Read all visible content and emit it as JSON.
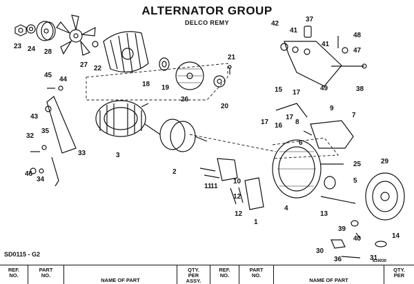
{
  "header": {
    "title": "ALTERNATOR GROUP",
    "subtitle": "DELCO REMY"
  },
  "footer": {
    "code": "SD0115 - G2",
    "figure_number": "814930"
  },
  "callouts": [
    "1",
    "2",
    "3",
    "4",
    "5",
    "6",
    "7",
    "8",
    "9",
    "10",
    "11",
    "11",
    "12",
    "12",
    "13",
    "14",
    "15",
    "16",
    "17",
    "17",
    "17",
    "18",
    "19",
    "20",
    "21",
    "22",
    "23",
    "24",
    "25",
    "26",
    "27",
    "28",
    "29",
    "30",
    "31",
    "32",
    "33",
    "34",
    "35",
    "36",
    "37",
    "38",
    "39",
    "40",
    "41",
    "41",
    "42",
    "43",
    "44",
    "45",
    "46",
    "47",
    "48",
    "49"
  ],
  "table_header": {
    "ref_no": [
      "REF.",
      "NO."
    ],
    "part_no": [
      "PART",
      "NO."
    ],
    "name": "NAME OF PART",
    "qty": [
      "QTY.",
      "PER",
      "ASSY."
    ],
    "ref_no_2": [
      "REF.",
      "NO."
    ],
    "part_no_2": [
      "PART",
      "NO."
    ],
    "name_2": "NAME OF PART",
    "qty_2": [
      "QTY.",
      "PER"
    ]
  }
}
